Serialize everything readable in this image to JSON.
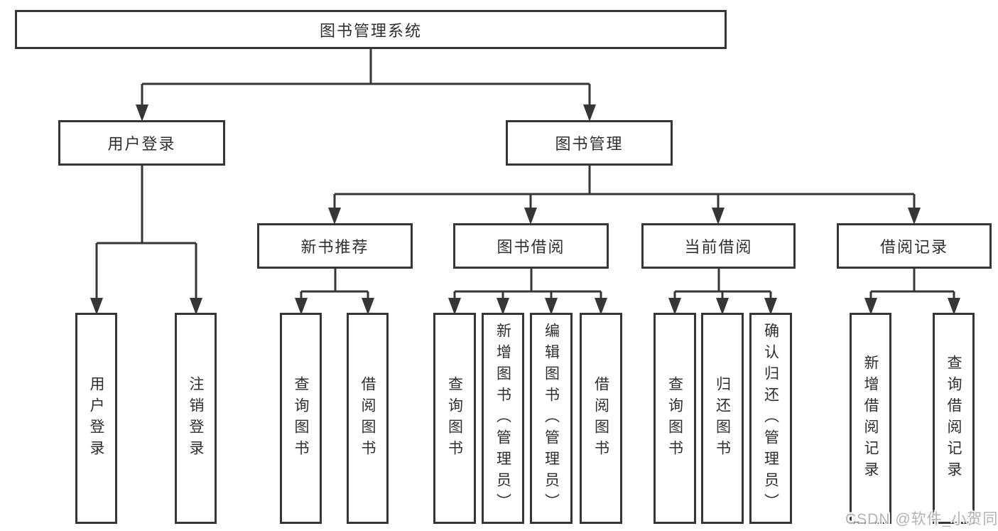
{
  "colors": {
    "line": "#363636",
    "text": "#2f2f2f",
    "background": "#ffffff",
    "watermark": "#b3b3b3"
  },
  "tree": {
    "root": {
      "label": "图书管理系统"
    },
    "branches": [
      {
        "label": "用户登录",
        "children": [
          {
            "label": "用户登录"
          },
          {
            "label": "注销登录"
          }
        ]
      },
      {
        "label": "图书管理",
        "children": [
          {
            "label": "新书推荐",
            "children": [
              {
                "label": "查询图书"
              },
              {
                "label": "借阅图书"
              }
            ]
          },
          {
            "label": "图书借阅",
            "children": [
              {
                "label": "查询图书"
              },
              {
                "label": "新增图书（管理员）"
              },
              {
                "label": "编辑图书（管理员）"
              },
              {
                "label": "借阅图书"
              }
            ]
          },
          {
            "label": "当前借阅",
            "children": [
              {
                "label": "查询图书"
              },
              {
                "label": "归还图书"
              },
              {
                "label": "确认归还（管理员）"
              }
            ]
          },
          {
            "label": "借阅记录",
            "children": [
              {
                "label": "新增借阅记录"
              },
              {
                "label": "查询借阅记录"
              }
            ]
          }
        ]
      }
    ]
  },
  "watermark": {
    "text": "CSDN @软件_小贺同学"
  }
}
